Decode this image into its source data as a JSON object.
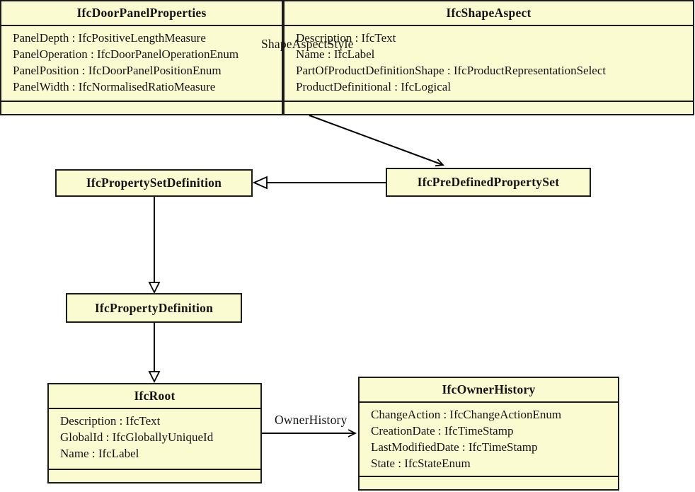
{
  "diagram": {
    "type": "uml-class-diagram",
    "colors": {
      "class_fill": "#fbfbd2",
      "class_border": "#1c1c1c",
      "edge_color": "#000000",
      "background": "#ffffff",
      "text_color": "#131313"
    },
    "classes": [
      {
        "title": "IfcDoorPanelProperties",
        "attributes": [
          "PanelDepth : IfcPositiveLengthMeasure",
          "PanelOperation : IfcDoorPanelOperationEnum",
          "PanelPosition : IfcDoorPanelPositionEnum",
          "PanelWidth : IfcNormalisedRatioMeasure"
        ]
      },
      {
        "title": "IfcShapeAspect",
        "attributes": [
          "Description : IfcText",
          "Name : IfcLabel",
          "PartOfProductDefinitionShape : IfcProductRepresentationSelect",
          "ProductDefinitional : IfcLogical"
        ]
      },
      {
        "title": "IfcPropertySetDefinition",
        "attributes": []
      },
      {
        "title": "IfcPreDefinedPropertySet",
        "attributes": []
      },
      {
        "title": "IfcPropertyDefinition",
        "attributes": []
      },
      {
        "title": "IfcRoot",
        "attributes": [
          "Description : IfcText",
          "GlobalId : IfcGloballyUniqueId",
          "Name : IfcLabel"
        ]
      },
      {
        "title": "IfcOwnerHistory",
        "attributes": [
          "ChangeAction : IfcChangeActionEnum",
          "CreationDate : IfcTimeStamp",
          "LastModifiedDate : IfcTimeStamp",
          "State : IfcStateEnum"
        ]
      }
    ],
    "edges": [
      {
        "label": "ShapeAspectStyle",
        "from": "IfcShapeAspect",
        "to": "IfcPreDefinedPropertySet",
        "kind": "association"
      },
      {
        "label": "",
        "from": "IfcPreDefinedPropertySet",
        "to": "IfcPropertySetDefinition",
        "kind": "generalization"
      },
      {
        "label": "",
        "from": "IfcPropertySetDefinition",
        "to": "IfcPropertyDefinition",
        "kind": "generalization"
      },
      {
        "label": "",
        "from": "IfcPropertyDefinition",
        "to": "IfcRoot",
        "kind": "generalization"
      },
      {
        "label": "OwnerHistory",
        "from": "IfcRoot",
        "to": "IfcOwnerHistory",
        "kind": "association"
      }
    ]
  }
}
